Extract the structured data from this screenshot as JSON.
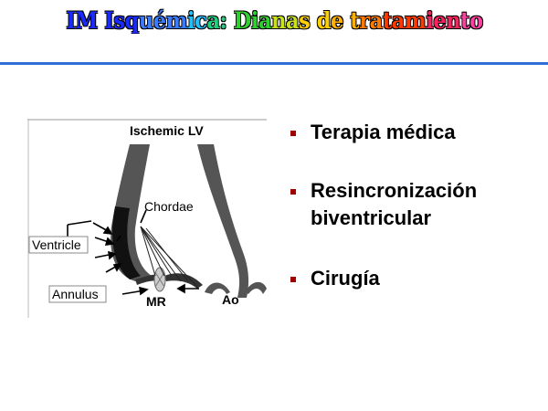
{
  "slide": {
    "title": "IM Isquémica: Dianas de tratamiento",
    "accent_rule_color": "#2f6fd6",
    "bullet_color": "#a00000",
    "bullets": [
      {
        "text": "Terapia médica"
      },
      {
        "text": "Resincronización biventricular"
      },
      {
        "text": "Cirugía"
      }
    ]
  },
  "diagram": {
    "labels": {
      "ischemic_lv": "Ischemic LV",
      "chordae": "Chordae",
      "ventricle": "Ventricle",
      "annulus": "Annulus",
      "mr": "MR",
      "ao": "Ao"
    }
  }
}
